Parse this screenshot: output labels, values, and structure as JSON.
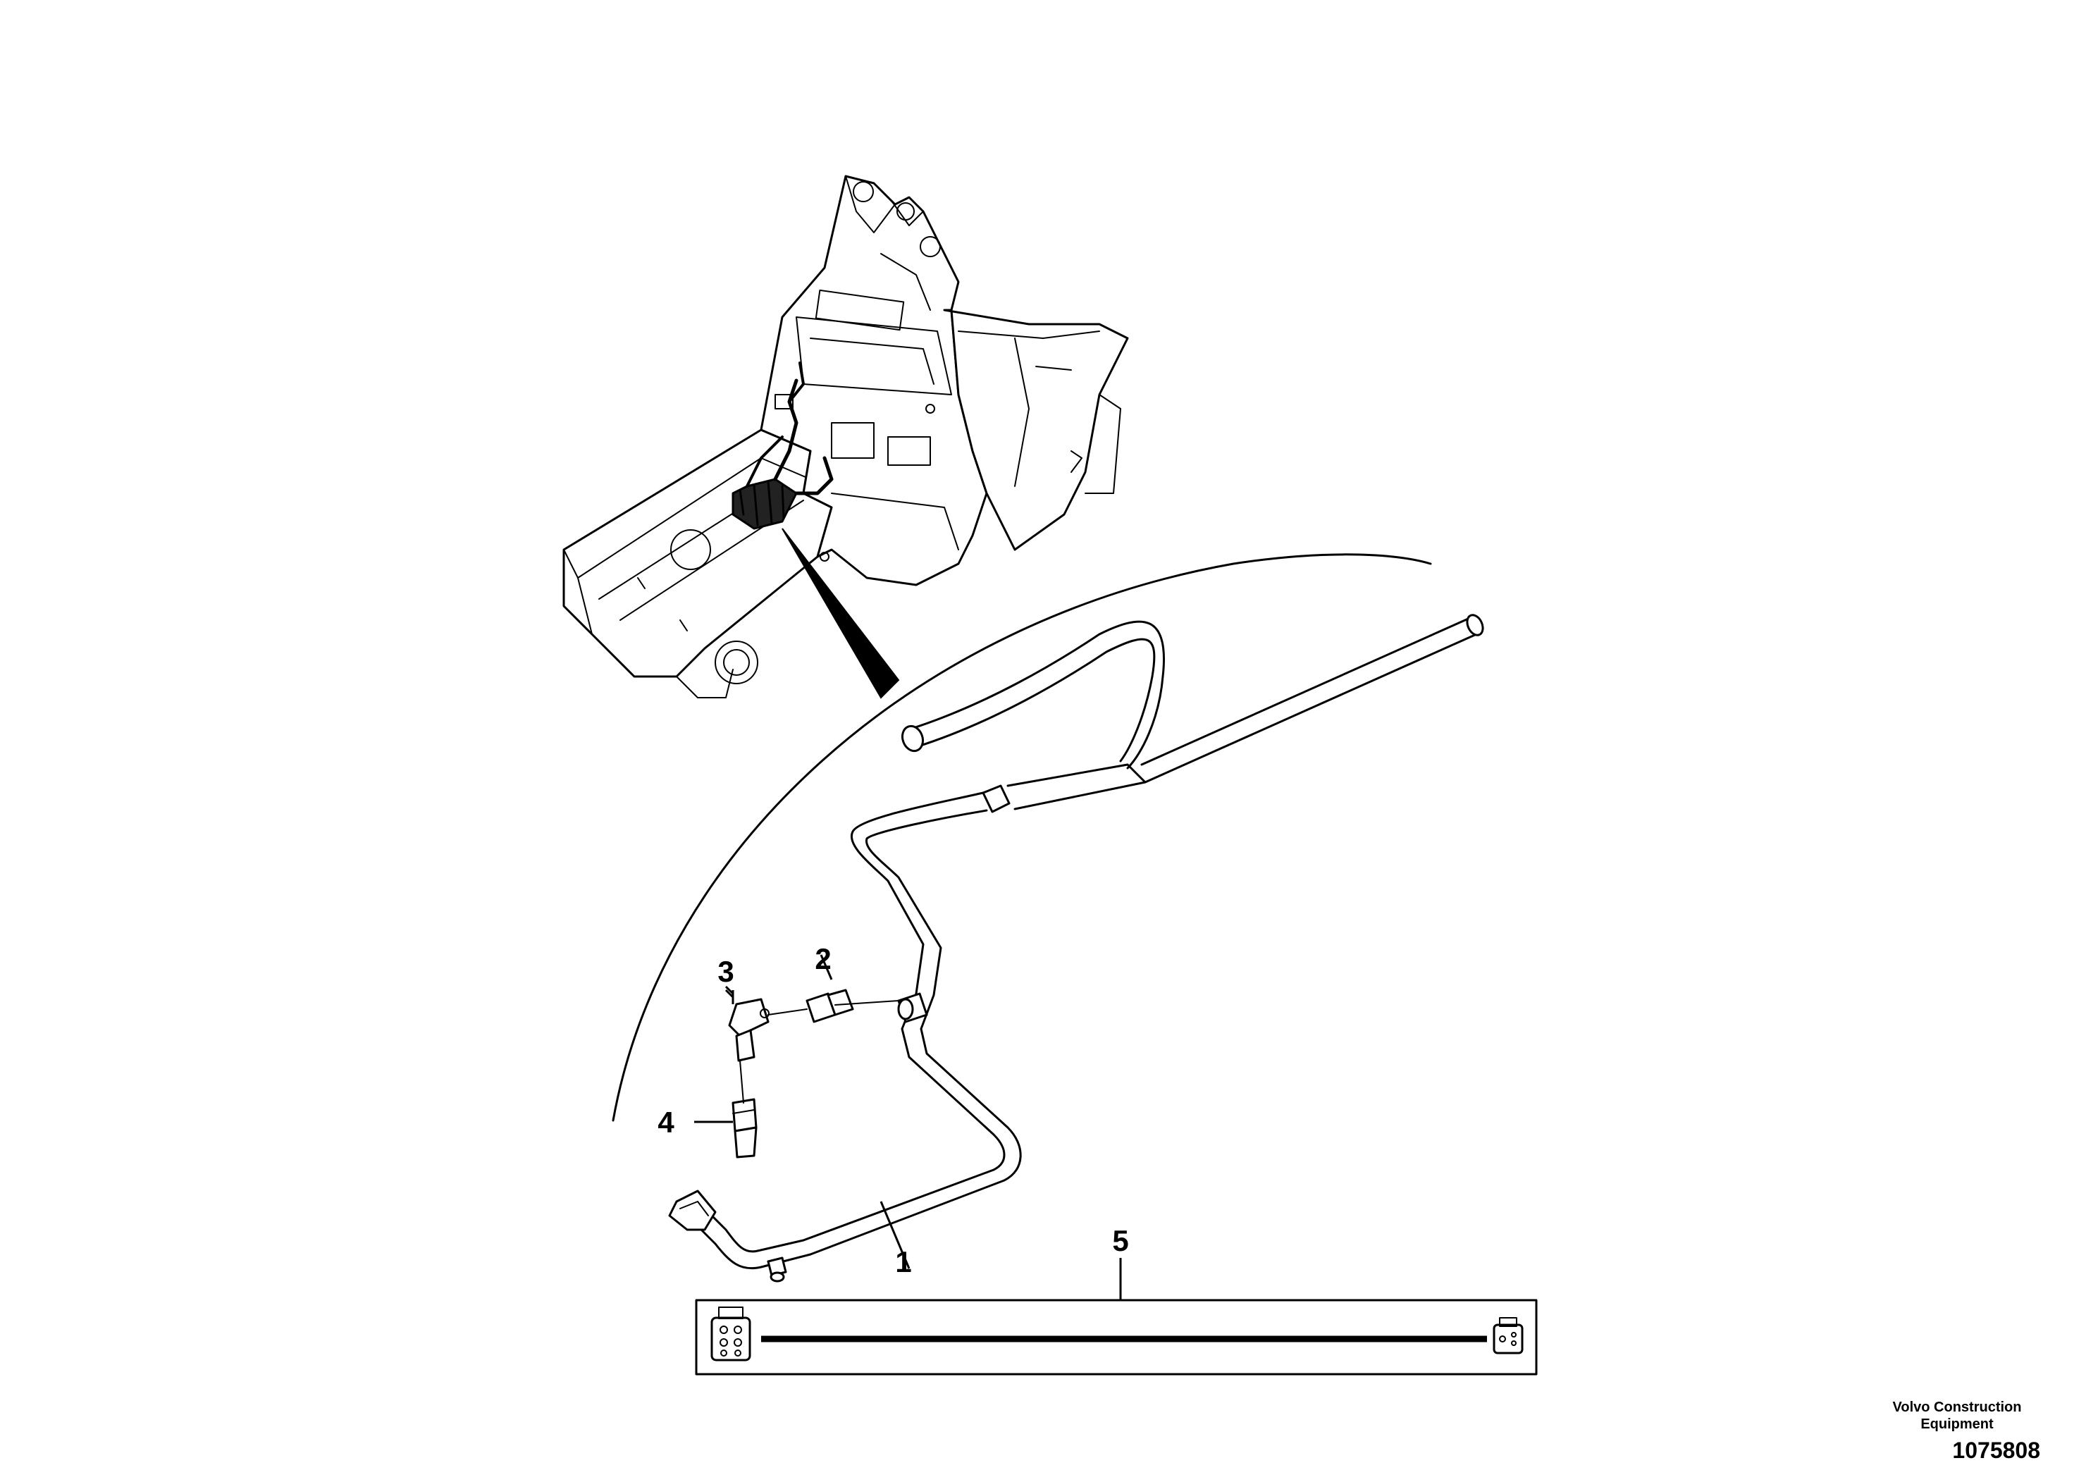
{
  "callouts": {
    "c1": "1",
    "c2": "2",
    "c3": "3",
    "c4": "4",
    "c5": "5"
  },
  "brand": {
    "line1": "Volvo Construction",
    "line2": "Equipment"
  },
  "drawing_number": "1075808",
  "colors": {
    "ink": "#000000",
    "paper": "#ffffff"
  }
}
